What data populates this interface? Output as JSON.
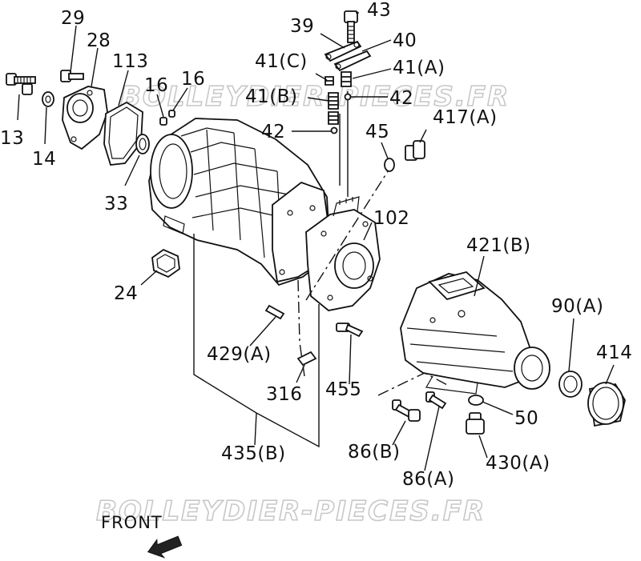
{
  "watermark": {
    "top": "BOLLEYDIER-PIECES.FR",
    "bottom": "BOLLEYDIER-PIECES.FR"
  },
  "front_label": "FRONT",
  "callouts": {
    "c29": "29",
    "c28": "28",
    "c113": "113",
    "c16a": "16",
    "c16b": "16",
    "c13": "13",
    "c14": "14",
    "c33": "33",
    "c24": "24",
    "c39": "39",
    "c43": "43",
    "c40": "40",
    "c41c": "41(C)",
    "c41a": "41(A)",
    "c41b": "41(B)",
    "c42a": "42",
    "c42b": "42",
    "c45": "45",
    "c417a": "417(A)",
    "c102": "102",
    "c421b": "421(B)",
    "c90a": "90(A)",
    "c414": "414",
    "c429a": "429(A)",
    "c316": "316",
    "c455": "455",
    "c50": "50",
    "c86b": "86(B)",
    "c86a": "86(A)",
    "c430a": "430(A)",
    "c435b": "435(B)"
  }
}
